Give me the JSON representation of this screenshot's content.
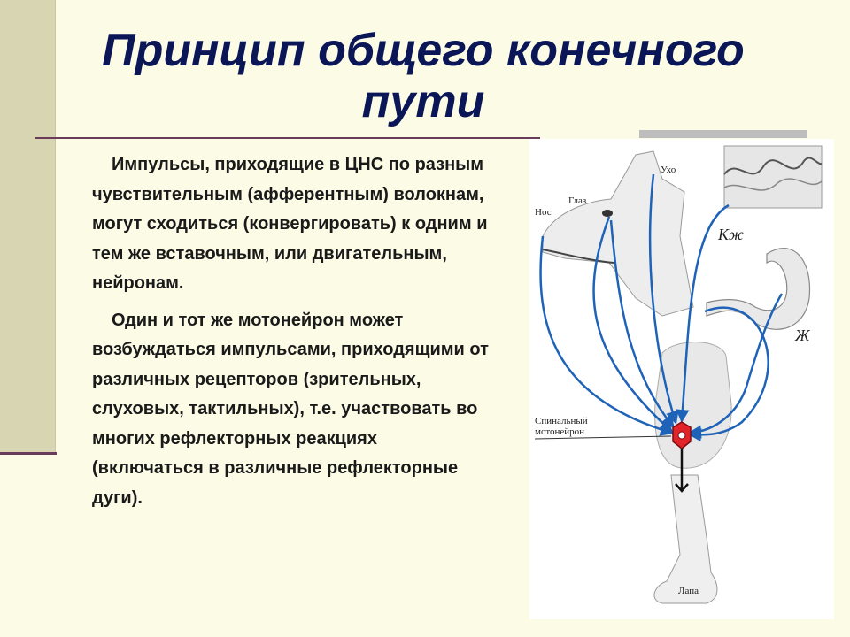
{
  "slide": {
    "title": "Принцип общего конечного пути",
    "paragraphs": [
      "Импульсы, приходящие в ЦНС по разным чувствительным (афферентным) волокнам, могут сходиться (конвергировать) к одним и тем же вставочным, или двигательным, нейронам.",
      "Один и тот же мотонейрон может возбуждаться импульсами, приходящими от различных рецепторов (зрительных, слуховых, тактильных), т.е. участвовать во многих рефлекторных реакциях (включаться в различные рефлекторные дуги)."
    ]
  },
  "figure": {
    "labels": {
      "ear": "Ухо",
      "eye": "Глаз",
      "nose": "Нос",
      "skin": "Кж",
      "stomach": "Ж",
      "motoneuron": "Спинальный мотонейрон",
      "paw": "Лапа"
    }
  },
  "colors": {
    "title": "#0b1657",
    "background": "#fbfbe6",
    "band": "#d8d6b2",
    "rule": "#6b3b5a",
    "nerve": "#1f63b8",
    "neuron": "#e0242a"
  }
}
